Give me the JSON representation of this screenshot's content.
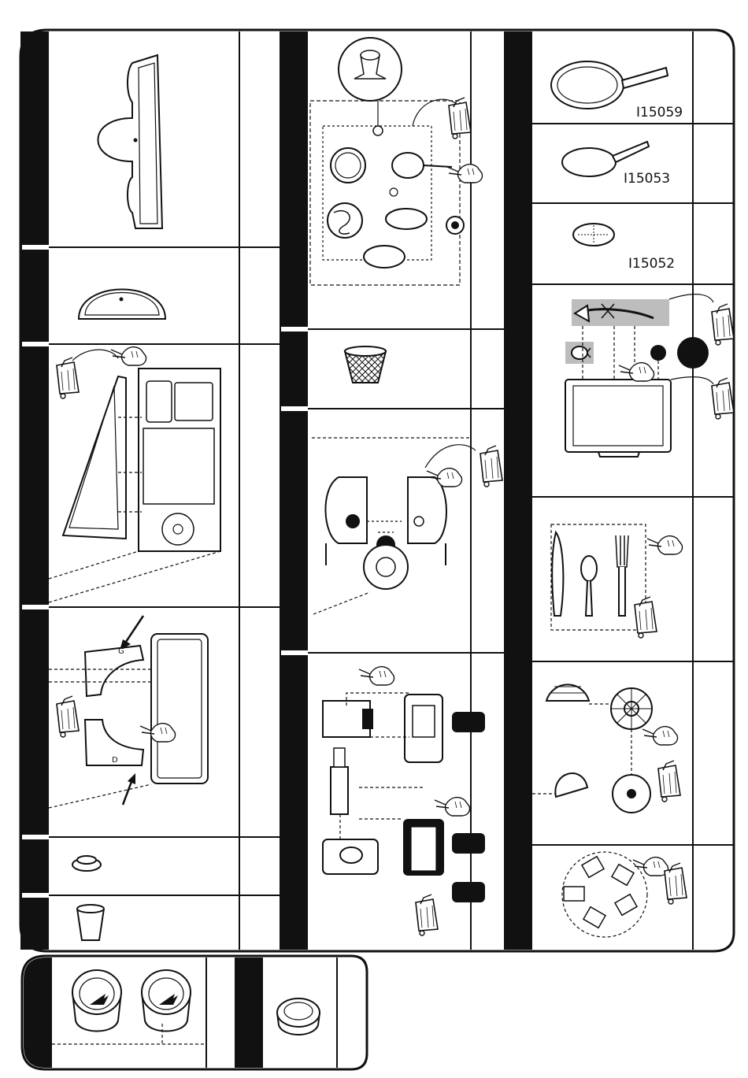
{
  "parts": {
    "frying_pan_code": "I15059",
    "spatula_code": "I15053",
    "lid_code": "I15052"
  },
  "colors": {
    "ink": "#111111",
    "shade": "#bdbdbd",
    "paper": "#ffffff"
  },
  "icons": {
    "bin": "recycle-bin-icon",
    "hand": "hand-pointer-icon",
    "arrow": "insert-arrow-icon"
  }
}
